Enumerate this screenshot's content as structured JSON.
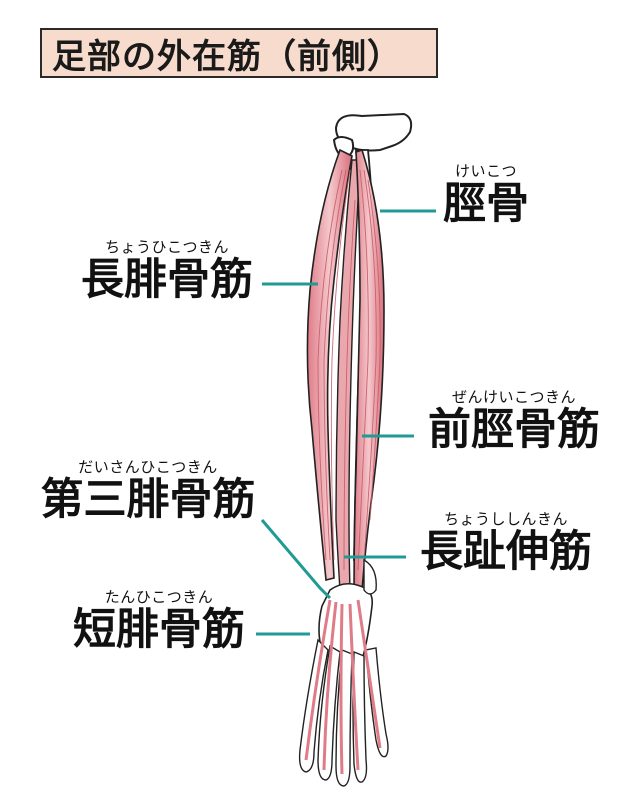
{
  "title": "足部の外在筋（前側）",
  "labels": {
    "tibia": {
      "ruby": "けいこつ",
      "name": "脛骨"
    },
    "peroneus_longus": {
      "ruby": "ちょうひこつきん",
      "name": "長腓骨筋"
    },
    "tibialis_anterior": {
      "ruby": "ぜんけいこつきん",
      "name": "前脛骨筋"
    },
    "peroneus_tertius": {
      "ruby": "だいさんひこつきん",
      "name": "第三腓骨筋"
    },
    "ext_digitorum_longus": {
      "ruby": "ちょうししんきん",
      "name": "長趾伸筋"
    },
    "peroneus_brevis": {
      "ruby": "たんひこつきん",
      "name": "短腓骨筋"
    }
  },
  "colors": {
    "title_bg": "#f7dccd",
    "muscle": "#e8a3aa",
    "muscle_line": "#c95a66",
    "leader": "#1f9a94",
    "bone": "#ffffff",
    "outline": "#222222"
  }
}
